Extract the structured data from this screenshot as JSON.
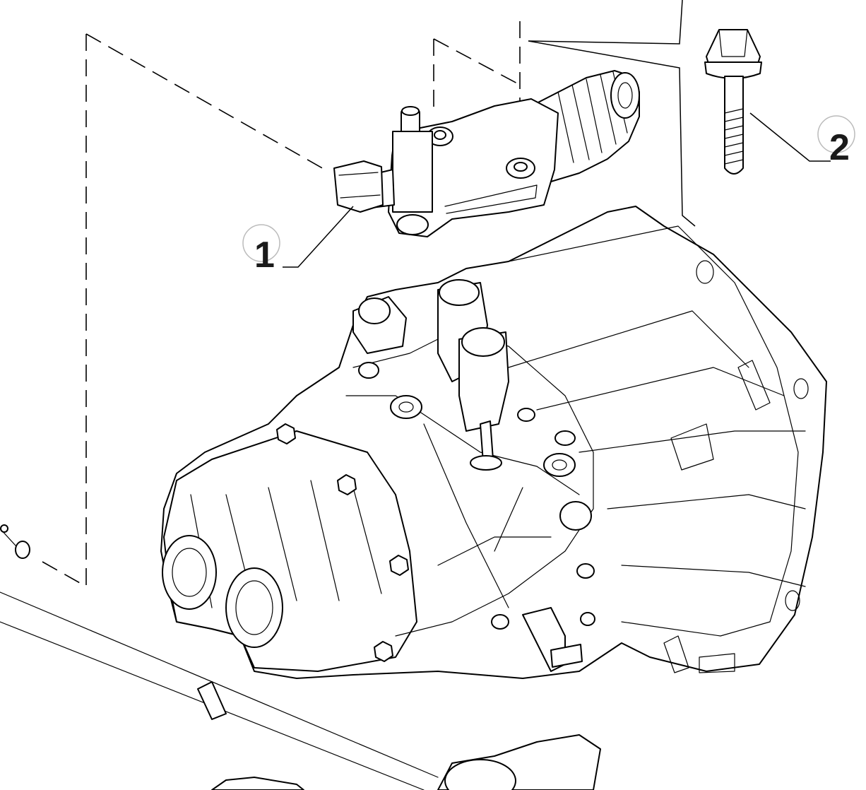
{
  "callouts": [
    {
      "id": "1",
      "label": "1",
      "part": "clutch-slave-cylinder"
    },
    {
      "id": "2",
      "label": "2",
      "part": "bolt"
    }
  ],
  "colors": {
    "line": "#000000",
    "background": "#ffffff",
    "callout_ring": "#bbbbbb",
    "callout_text": "#1a1a1a"
  }
}
